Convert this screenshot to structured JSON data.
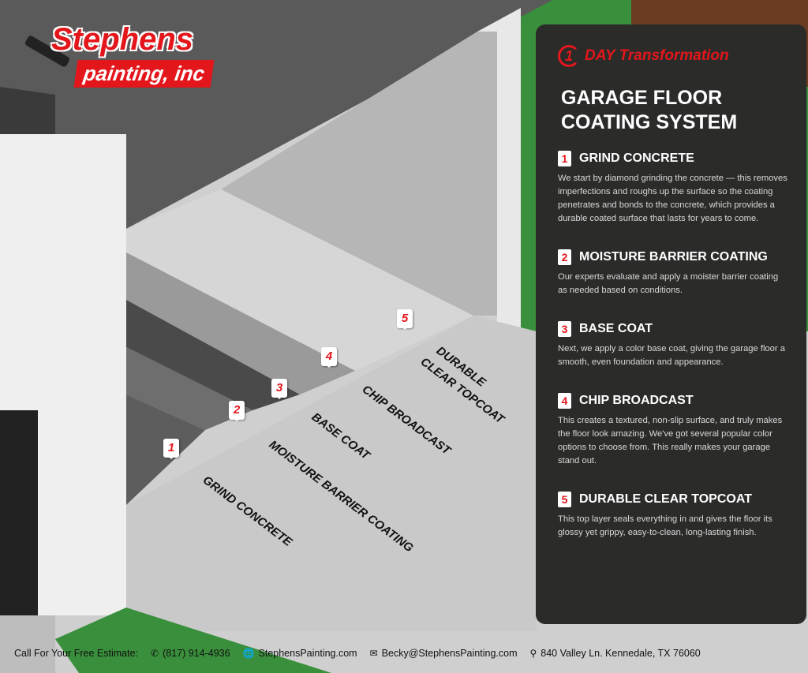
{
  "brand": {
    "name_line1": "Stephens",
    "name_line2": "painting, inc"
  },
  "panel": {
    "tagline_num": "1",
    "tagline": "DAY Transformation",
    "title_line1": "GARAGE FLOOR",
    "title_line2": "COATING SYSTEM",
    "steps": [
      {
        "num": "1",
        "title": "GRIND CONCRETE",
        "desc": "We start by diamond grinding the concrete — this removes imperfections and roughs up the surface so the coating penetrates and bonds to the concrete, which provides a durable coated surface that lasts for years to come."
      },
      {
        "num": "2",
        "title": "MOISTURE BARRIER COATING",
        "desc": "Our experts evaluate and apply a moister barrier coating as needed based on conditions."
      },
      {
        "num": "3",
        "title": "BASE COAT",
        "desc": "Next, we apply a color base coat, giving the garage floor a smooth, even foundation and appearance."
      },
      {
        "num": "4",
        "title": "CHIP BROADCAST",
        "desc": "This creates a textured, non-slip surface, and truly makes the floor look amazing. We've got several popular color options to choose from. This really makes your garage stand out."
      },
      {
        "num": "5",
        "title": "DURABLE CLEAR TOPCOAT",
        "desc": "This top layer seals everything in and gives the floor its glossy yet grippy, easy-to-clean, long-lasting finish."
      }
    ]
  },
  "diagram_labels": [
    {
      "num": "1",
      "text": "GRIND CONCRETE"
    },
    {
      "num": "2",
      "text": "MOISTURE BARRIER COATING"
    },
    {
      "num": "3",
      "text": "BASE COAT"
    },
    {
      "num": "4",
      "text": "CHIP BROADCAST"
    },
    {
      "num": "5",
      "text": "DURABLE",
      "text2": "CLEAR TOPCOAT"
    }
  ],
  "footer": {
    "cta": "Call For Your Free Estimate:",
    "phone": "(817) 914-4936",
    "website": "StephensPainting.com",
    "email": "Becky@StephensPainting.com",
    "address": "840 Valley Ln. Kennedale, TX 76060"
  },
  "colors": {
    "accent": "#e3161b",
    "panel": "#2b2c2a",
    "grass": "#3a8f3c"
  }
}
